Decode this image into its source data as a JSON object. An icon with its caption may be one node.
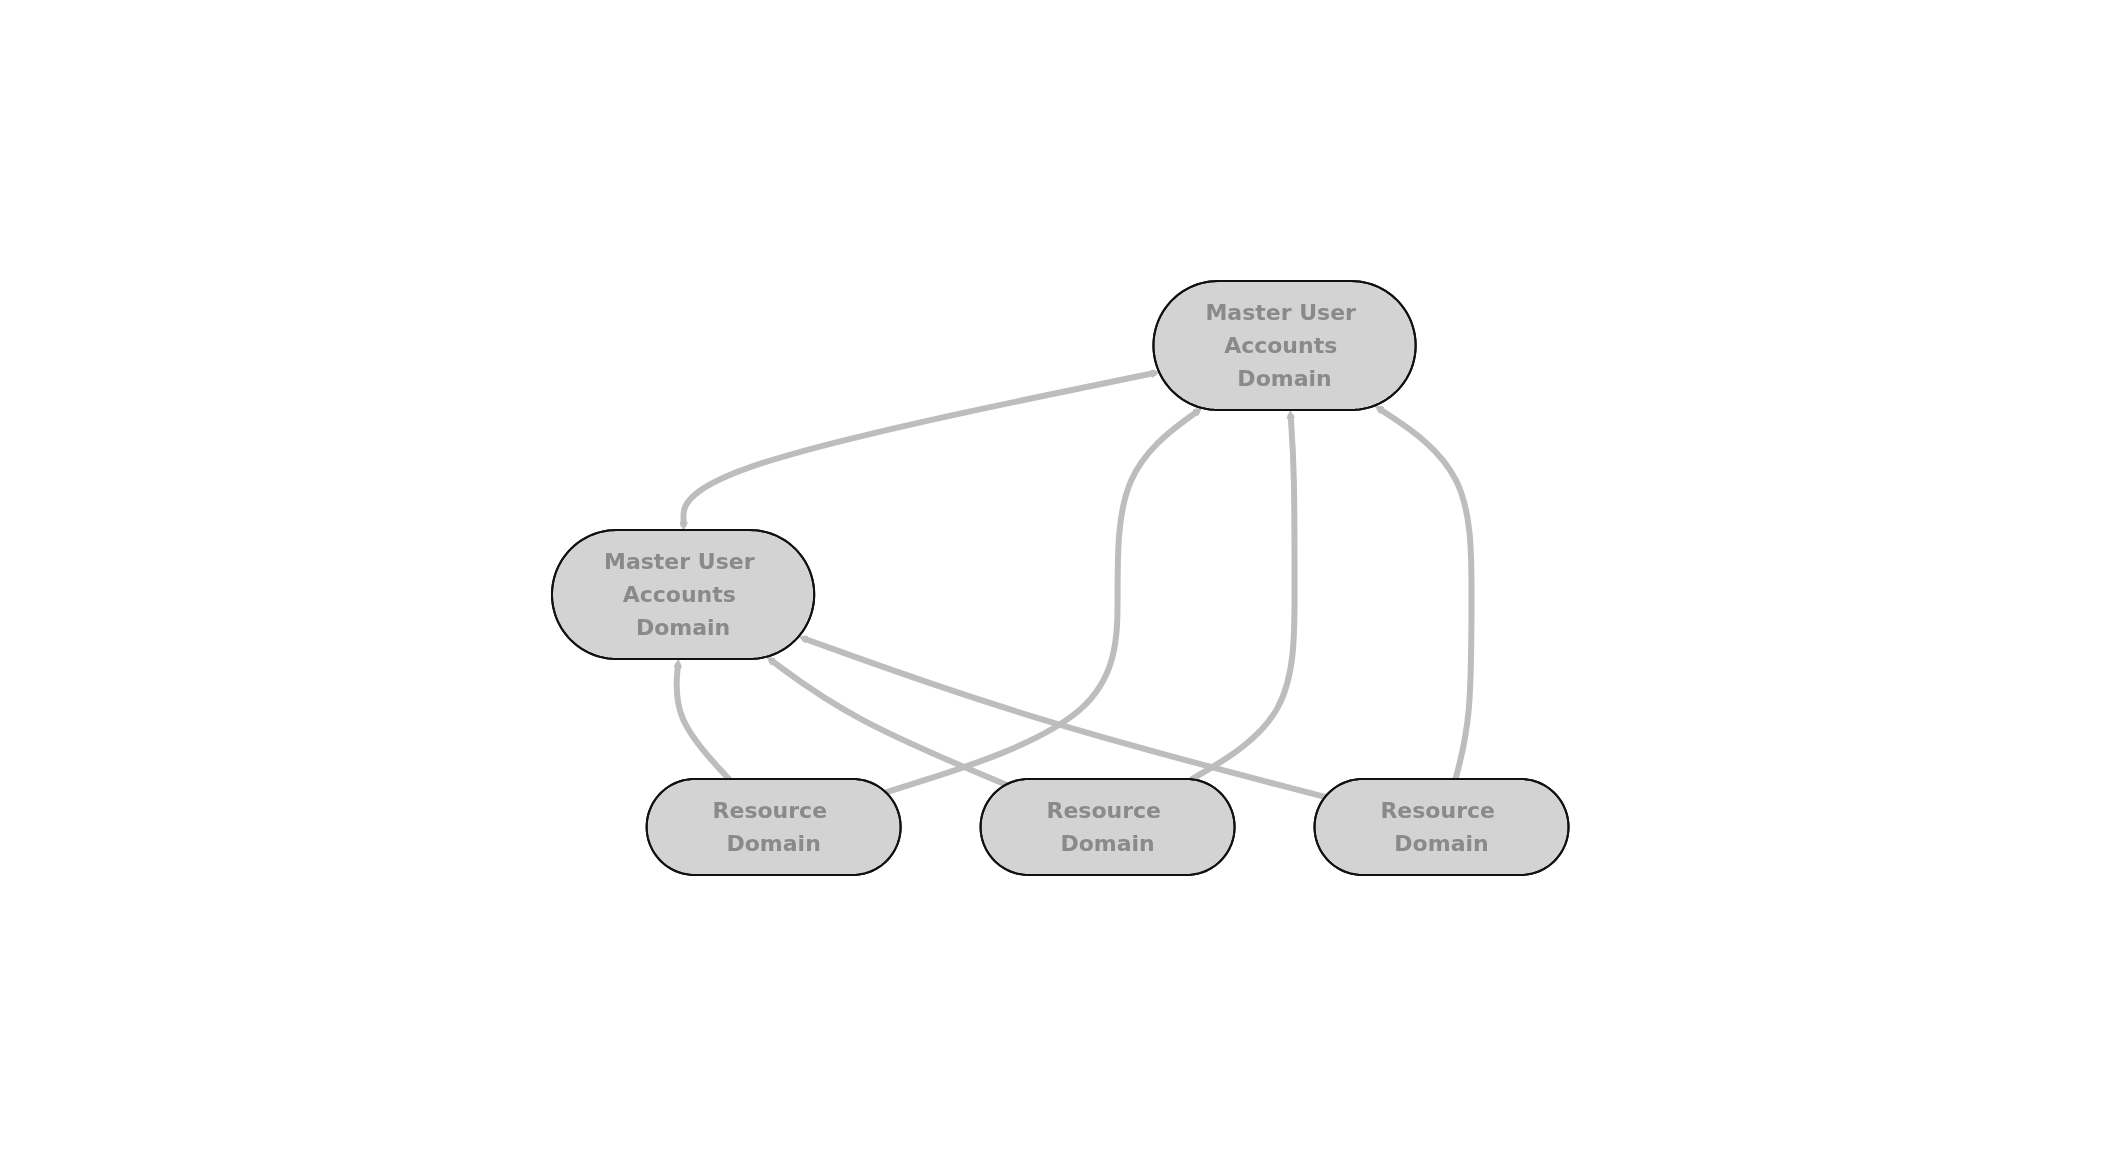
{
  "diagram": {
    "nodes": [
      {
        "text": [
          "Master User Accounts Domain"
        ]
      },
      {
        "text": [
          "Master User Accounts Domain"
        ]
      },
      {
        "text": [
          "Resource Domain"
        ]
      },
      {
        "text": [
          "Resource Domain"
        ]
      },
      {
        "text": [
          "Resource Domain"
        ]
      }
    ],
    "edges": [
      {
        "from": 0,
        "to": 1,
        "arrow": "both"
      },
      {
        "from": 2,
        "to": 0,
        "arrow": "to"
      },
      {
        "from": 2,
        "to": 1,
        "arrow": "to"
      },
      {
        "from": 3,
        "to": 0,
        "arrow": "to"
      },
      {
        "from": 3,
        "to": 1,
        "arrow": "to"
      },
      {
        "from": 4,
        "to": 1,
        "arrow": "to"
      },
      {
        "from": 4,
        "to": 0,
        "arrow": "to"
      }
    ]
  }
}
